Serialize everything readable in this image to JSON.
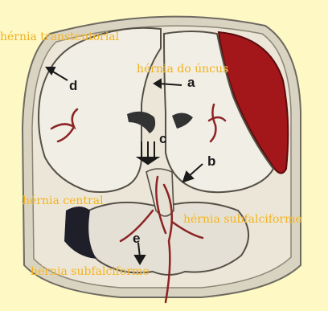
{
  "labels": {
    "transtentorial": "hérnia transtentorial",
    "uncus": "hérnia do úncus",
    "central": "hérnia central",
    "subfalciforme_right": "hérnia subfalciforme",
    "subfalciforme_bottom": "hérnia subfalciforme"
  },
  "markers": {
    "a": "a",
    "b": "b",
    "c": "c",
    "d": "d",
    "e": "e"
  },
  "colors": {
    "background": "#fdf8c4",
    "brain": "#f1eee6",
    "skull": "#dcd6c6",
    "hematoma": "#a3161a",
    "vessels": "#8c2323",
    "caption_text": "#f0b020"
  }
}
